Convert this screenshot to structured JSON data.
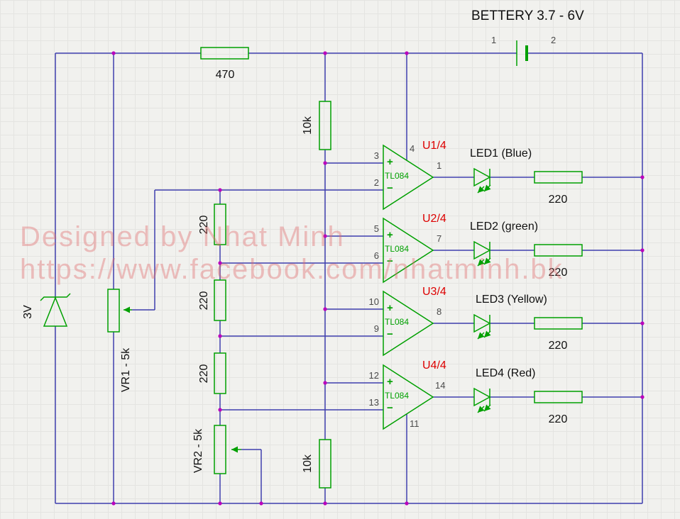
{
  "title": "BETTERY 3.7 - 6V",
  "watermark": {
    "line1": "Designed by Nhat Minh",
    "line2": "https://www.facebook.com/nhatminh.bk"
  },
  "battery": {
    "pin1": "1",
    "pin2": "2"
  },
  "labels": {
    "r470": "470",
    "r10k_top": "10k",
    "r10k_bottom": "10k",
    "zener": "3V",
    "vr1": "VR1 - 5k",
    "vr2": "VR2 - 5k",
    "chain": [
      "220",
      "220",
      "220"
    ]
  },
  "opamps": [
    {
      "id": "U1/4",
      "chip": "TL084",
      "plus": "+",
      "minus": "−",
      "pin_plus": "3",
      "pin_minus": "2",
      "pin_out": "1",
      "pin_power": "4",
      "led": "LED1 (Blue)",
      "rout": "220"
    },
    {
      "id": "U2/4",
      "chip": "TL084",
      "plus": "+",
      "minus": "−",
      "pin_plus": "5",
      "pin_minus": "6",
      "pin_out": "7",
      "led": "LED2 (green)",
      "rout": "220"
    },
    {
      "id": "U3/4",
      "chip": "TL084",
      "plus": "+",
      "minus": "−",
      "pin_plus": "10",
      "pin_minus": "9",
      "pin_out": "8",
      "led": "LED3 (Yellow)",
      "rout": "220"
    },
    {
      "id": "U4/4",
      "chip": "TL084",
      "plus": "+",
      "minus": "−",
      "pin_plus": "12",
      "pin_minus": "13",
      "pin_out": "14",
      "pin_power": "11",
      "led": "LED4 (Red)",
      "rout": "220"
    }
  ],
  "colors": {
    "wire": "#3f3fae",
    "component": "#00a000",
    "junction": "#bb00bb",
    "accent_red": "#dd0000",
    "text": "#111111",
    "pin_text": "#4a4a4a",
    "watermark": "#e26c6c",
    "grid": "#e4e4e1",
    "background": "#f1f1ee"
  }
}
